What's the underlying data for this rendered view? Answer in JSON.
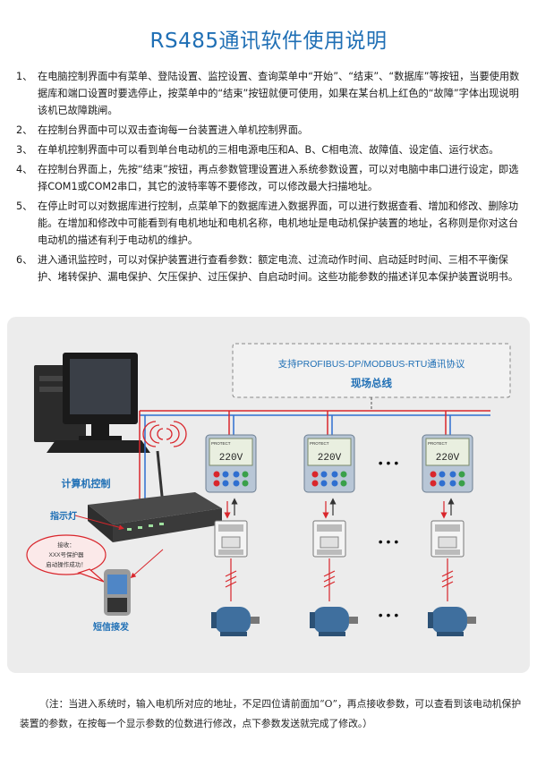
{
  "title": "RS485通讯软件使用说明",
  "items": [
    {
      "num": "1、",
      "text": "在电脑控制界面中有菜单、登陆设置、监控设置、查询菜单中“开始”、“结束”、“数据库”等按钮，当要使用数据库和端口设置时要选停止，按菜单中的“结束”按钮就便可使用，如果在某台机上红色的“故障”字体出现说明该机已故障跳闸。"
    },
    {
      "num": "2、",
      "text": "在控制台界面中可以双击查询每一台装置进入单机控制界面。"
    },
    {
      "num": "3、",
      "text": "在单机控制界面中可以看到单台电动机的三相电源电压和A、B、C相电流、故障值、设定值、运行状态。"
    },
    {
      "num": "4、",
      "text": "在控制台界面上，先按“结束”按钮，再点参数管理设置进入系统参数设置，可以对电脑中串口进行设定，即选择COM1或COM2串口，其它的波特率等不要修改，可以修改最大扫描地址。"
    },
    {
      "num": "5、",
      "text": "在停止时可以对数据库进行控制，点菜单下的数据库进入数据界面，可以进行数据查看、增加和修改、删除功能。在增加和修改中可能看到有电机地址和电机名称，电机地址是电动机保护装置的地址，名称则是你对这台电动机的描述有利于电动机的维护。"
    },
    {
      "num": "6、",
      "text": "进入通讯监控时，可以对保护装置进行查看参数：额定电流、过流动作时间、启动延时时间、三相不平衡保护、堵转保护、漏电保护、欠压保护、过压保护、自启动时间。这些功能参数的描述详见本保护装置说明书。"
    }
  ],
  "diagram": {
    "protocol": "支持PROFIBUS-DP/MODBUS-RTU通讯协议",
    "bus": "现场总线",
    "computer": "计算机控制",
    "indicator": "指示灯",
    "sms": "短信接发",
    "bubble": [
      "接收：",
      "XXX号保护器",
      "启动操作成功！"
    ],
    "device_brand": "PROTECT",
    "device_reading": "220V",
    "ellipsis": "• • •",
    "colors": {
      "bus_red": "#d9262c",
      "bus_blue": "#2f6fd0",
      "label_blue": "#1f6fb5",
      "title_blue": "#1f6fb5"
    }
  },
  "note": "（注：当进入系统时，输入电机所对应的地址，不足四位请前面加“O”，再点接收参数，可以查看到该电动机保护装置的参数，在按每一个显示参数的位数进行修改，点下参数发送就完成了修改。）"
}
